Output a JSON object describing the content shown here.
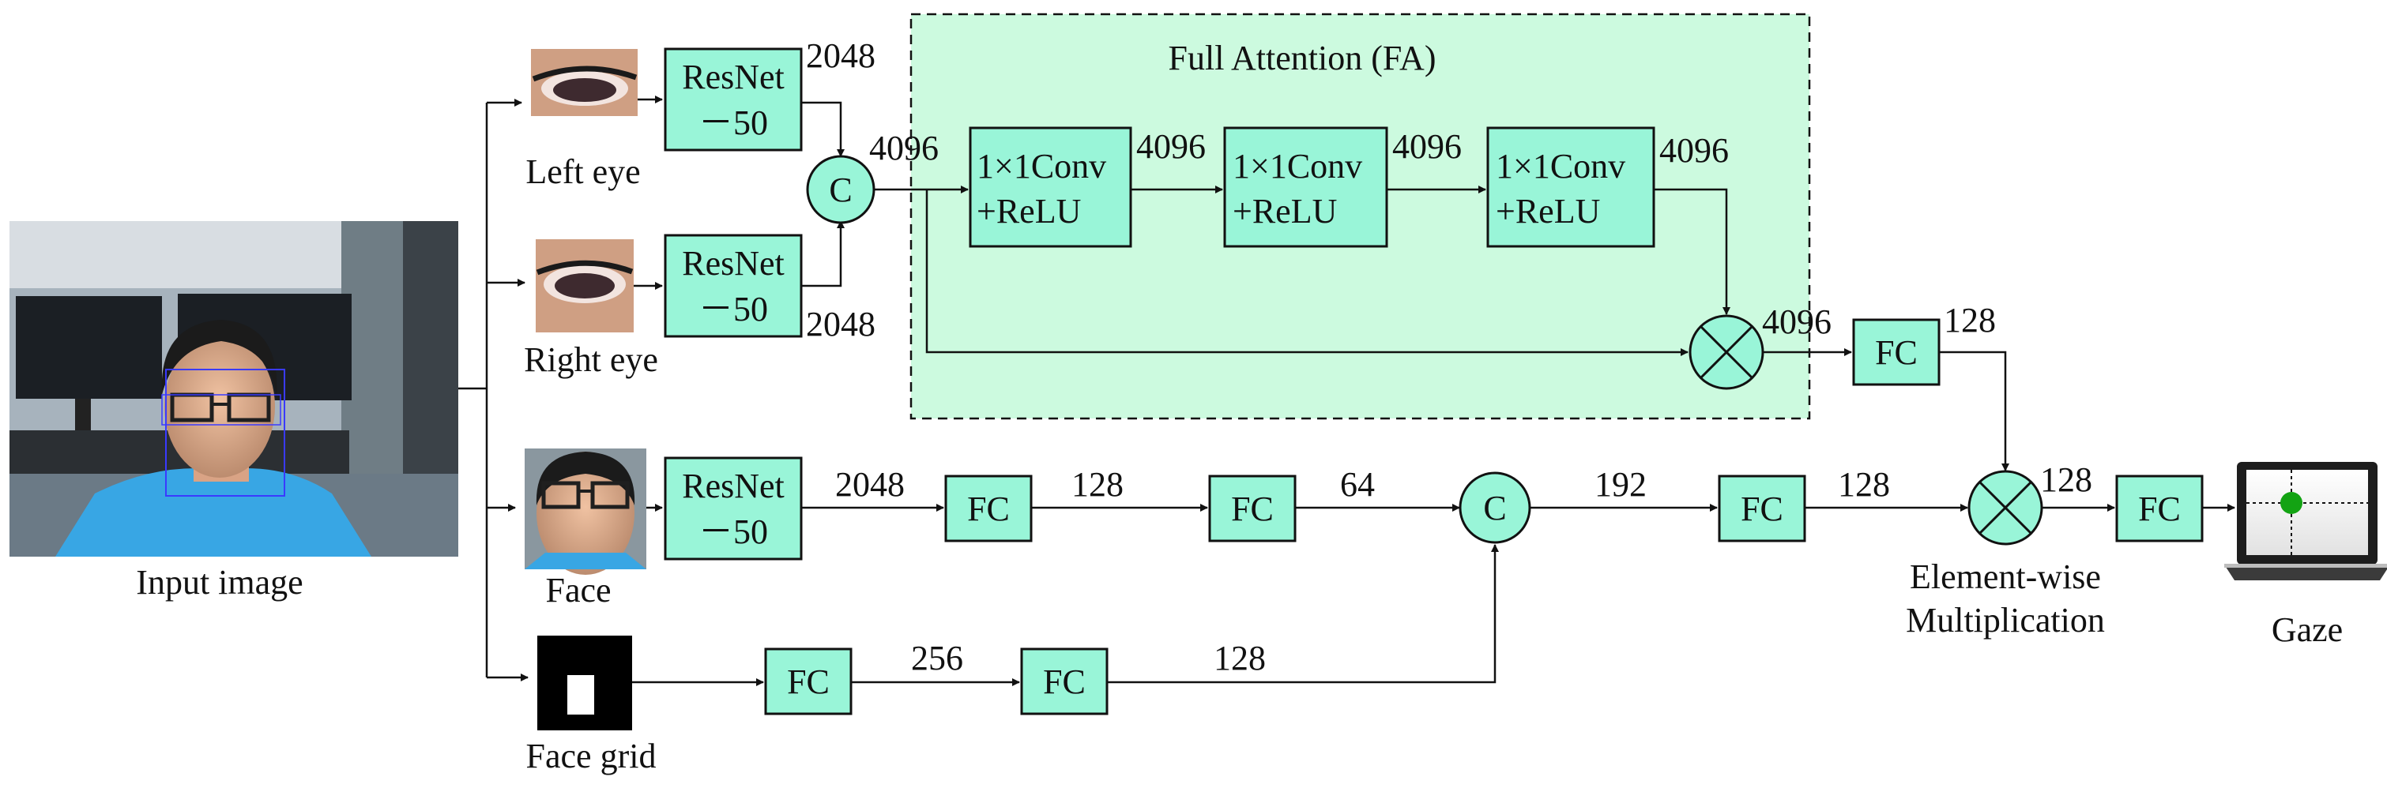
{
  "colors": {
    "block_fill": "#99f5d8",
    "attention_fill": "#ccfadf",
    "screen_dot": "#13a313",
    "face_box": "#3a3aff"
  },
  "labels": {
    "input_image": "Input image",
    "left_eye": "Left eye",
    "right_eye": "Right eye",
    "face": "Face",
    "face_grid": "Face grid",
    "full_attention": "Full Attention (FA)",
    "element_wise_1": "Element-wise",
    "element_wise_2": "Multiplication",
    "gaze": "Gaze",
    "concat": "C"
  },
  "blocks": {
    "resnet_line1": "ResNet",
    "resnet_line2": "－50",
    "conv_line1": "1×1Conv",
    "conv_line2": "+ReLU",
    "fc": "FC"
  },
  "dims": {
    "left_eye_out": "2048",
    "right_eye_out": "2048",
    "eyes_concat_out": "4096",
    "conv1_out": "4096",
    "conv2_out": "4096",
    "conv3_out": "4096",
    "fa_out": "4096",
    "eye_fc_out": "128",
    "face_resnet_out": "2048",
    "face_fc1_out": "128",
    "face_fc2_out": "64",
    "grid_fc1_out": "256",
    "grid_fc2_out": "128",
    "concat2_out": "192",
    "fc_mid_out": "128",
    "mult_out": "128"
  },
  "icons": {
    "input_photo": "person-photo-icon",
    "left_eye_crop": "eye-crop-icon",
    "right_eye_crop": "eye-crop-icon",
    "face_crop": "face-crop-icon",
    "face_grid": "face-grid-icon",
    "multiply": "multiply-circle-icon",
    "gaze_screen": "laptop-icon"
  }
}
